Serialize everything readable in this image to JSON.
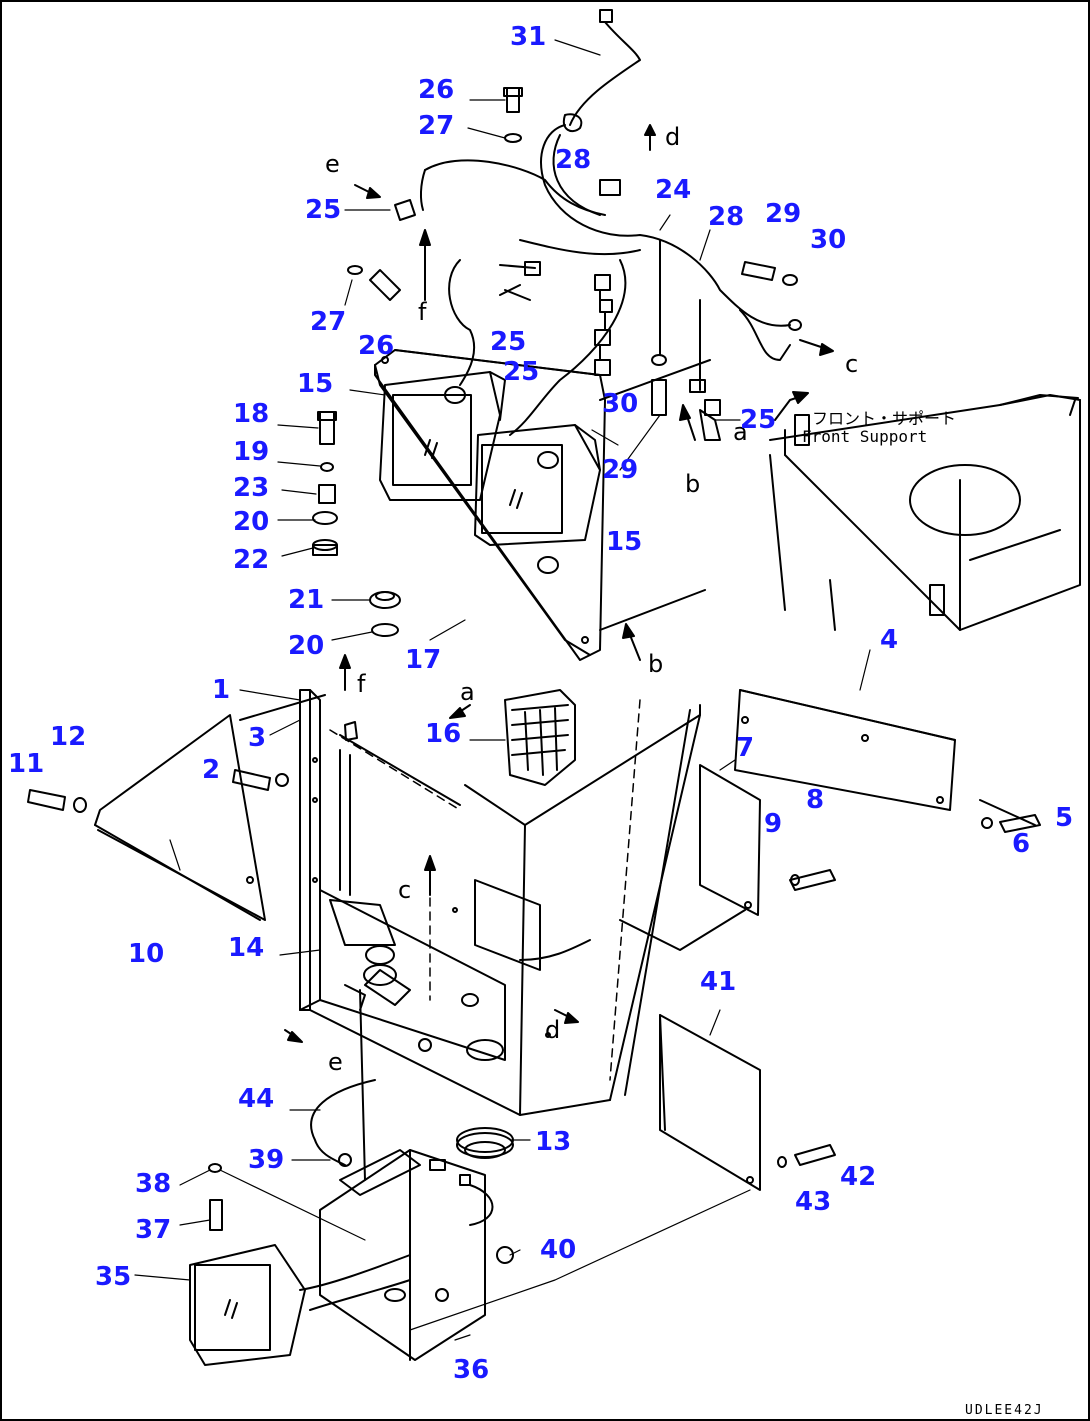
{
  "parts_callouts": [
    {
      "id": "p1",
      "label": "1"
    },
    {
      "id": "p2",
      "label": "2"
    },
    {
      "id": "p3",
      "label": "3"
    },
    {
      "id": "p4",
      "label": "4"
    },
    {
      "id": "p5",
      "label": "5"
    },
    {
      "id": "p6",
      "label": "6"
    },
    {
      "id": "p7",
      "label": "7"
    },
    {
      "id": "p8",
      "label": "8"
    },
    {
      "id": "p9",
      "label": "9"
    },
    {
      "id": "p10",
      "label": "10"
    },
    {
      "id": "p11",
      "label": "11"
    },
    {
      "id": "p12",
      "label": "12"
    },
    {
      "id": "p13",
      "label": "13"
    },
    {
      "id": "p14",
      "label": "14"
    },
    {
      "id": "p15a",
      "label": "15"
    },
    {
      "id": "p15b",
      "label": "15"
    },
    {
      "id": "p16",
      "label": "16"
    },
    {
      "id": "p17",
      "label": "17"
    },
    {
      "id": "p18",
      "label": "18"
    },
    {
      "id": "p19",
      "label": "19"
    },
    {
      "id": "p20a",
      "label": "20"
    },
    {
      "id": "p20b",
      "label": "20"
    },
    {
      "id": "p21",
      "label": "21"
    },
    {
      "id": "p22",
      "label": "22"
    },
    {
      "id": "p23",
      "label": "23"
    },
    {
      "id": "p24",
      "label": "24"
    },
    {
      "id": "p25a",
      "label": "25"
    },
    {
      "id": "p25b",
      "label": "25"
    },
    {
      "id": "p25c",
      "label": "25"
    },
    {
      "id": "p25d",
      "label": "25"
    },
    {
      "id": "p26a",
      "label": "26"
    },
    {
      "id": "p26b",
      "label": "26"
    },
    {
      "id": "p27a",
      "label": "27"
    },
    {
      "id": "p27b",
      "label": "27"
    },
    {
      "id": "p28a",
      "label": "28"
    },
    {
      "id": "p28b",
      "label": "28"
    },
    {
      "id": "p29a",
      "label": "29"
    },
    {
      "id": "p29b",
      "label": "29"
    },
    {
      "id": "p30a",
      "label": "30"
    },
    {
      "id": "p30b",
      "label": "30"
    },
    {
      "id": "p31",
      "label": "31"
    },
    {
      "id": "p35",
      "label": "35"
    },
    {
      "id": "p36",
      "label": "36"
    },
    {
      "id": "p37",
      "label": "37"
    },
    {
      "id": "p38",
      "label": "38"
    },
    {
      "id": "p39",
      "label": "39"
    },
    {
      "id": "p40",
      "label": "40"
    },
    {
      "id": "p41",
      "label": "41"
    },
    {
      "id": "p42",
      "label": "42"
    },
    {
      "id": "p43",
      "label": "43"
    },
    {
      "id": "p44",
      "label": "44"
    }
  ],
  "reference_letters": [
    {
      "id": "r-d-top",
      "label": "d"
    },
    {
      "id": "r-e-top",
      "label": "e"
    },
    {
      "id": "r-f-top",
      "label": "f"
    },
    {
      "id": "r-c-right",
      "label": "c"
    },
    {
      "id": "r-b-mid",
      "label": "b"
    },
    {
      "id": "r-a-right",
      "label": "a"
    },
    {
      "id": "r-b-lower",
      "label": "b"
    },
    {
      "id": "r-f-lower",
      "label": "f"
    },
    {
      "id": "r-a-lower",
      "label": "a"
    },
    {
      "id": "r-c-lower",
      "label": "c"
    },
    {
      "id": "r-e-lower",
      "label": "e"
    },
    {
      "id": "r-d-lower",
      "label": "d"
    }
  ],
  "front_support_label": {
    "japanese": "フロント・サポート",
    "english": "Front Support"
  },
  "drawing_id": "UDLEE42J",
  "colors": {
    "callout": "#1a1aff",
    "linework": "#000000",
    "background": "#ffffff"
  }
}
